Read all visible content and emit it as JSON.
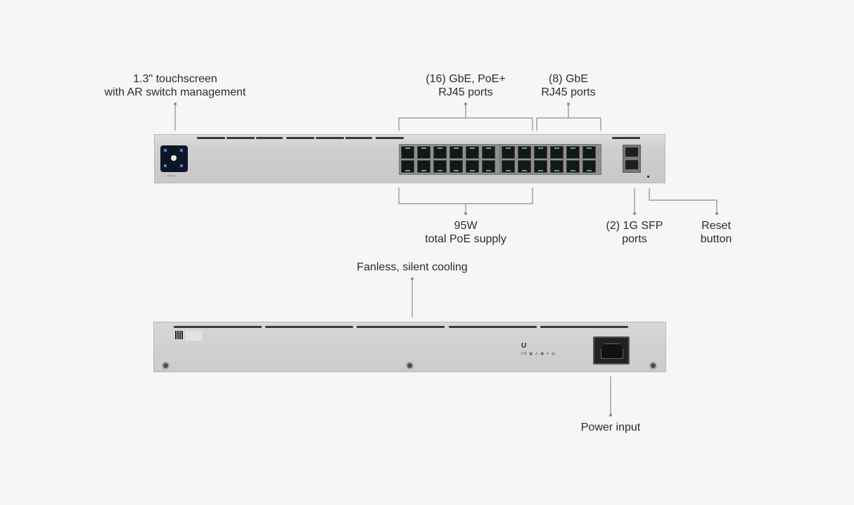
{
  "callouts": {
    "touchscreen": [
      "1.3\" touchscreen",
      "with AR switch management"
    ],
    "poe_ports": [
      "(16) GbE, PoE+",
      "RJ45 ports"
    ],
    "gbe_ports": [
      "(8) GbE",
      "RJ45 ports"
    ],
    "poe_supply": [
      "95W",
      "total PoE supply"
    ],
    "sfp_ports": [
      "(2) 1G SFP",
      "ports"
    ],
    "reset": [
      "Reset",
      "button"
    ],
    "cooling": "Fanless, silent cooling",
    "power": "Power input"
  },
  "colors": {
    "background": "#f6f6f6",
    "leader_line": "#8c8c8c",
    "port_led": "#46c04a",
    "screen_accent": "#4c83ff"
  }
}
